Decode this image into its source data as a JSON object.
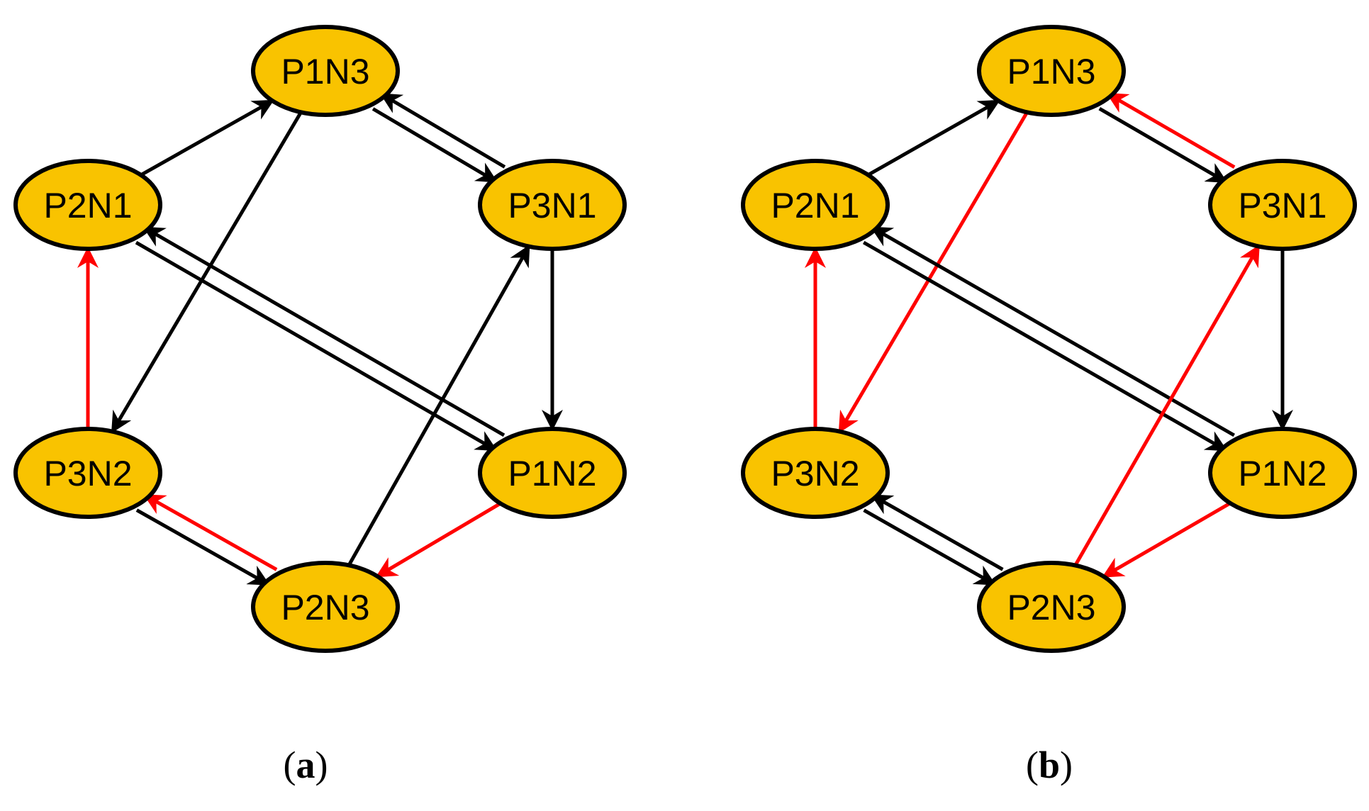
{
  "colors": {
    "node_fill": "#f9c300",
    "node_stroke": "#000000",
    "edge_black": "#000000",
    "edge_red": "#ff0000",
    "background": "#ffffff"
  },
  "node_labels": [
    "P1N3",
    "P3N1",
    "P1N2",
    "P2N3",
    "P3N2",
    "P2N1"
  ],
  "panels": [
    {
      "id": "a",
      "caption_open": "(",
      "caption_letter": "a",
      "caption_close": ")",
      "edges": [
        {
          "from": "P2N1",
          "to": "P1N3",
          "color": "black"
        },
        {
          "from": "P1N3",
          "to": "P3N1",
          "color": "black"
        },
        {
          "from": "P3N1",
          "to": "P1N3",
          "color": "black"
        },
        {
          "from": "P3N1",
          "to": "P1N2",
          "color": "black"
        },
        {
          "from": "P1N3",
          "to": "P3N2",
          "color": "black"
        },
        {
          "from": "P2N1",
          "to": "P1N2",
          "color": "black"
        },
        {
          "from": "P1N2",
          "to": "P2N1",
          "color": "black"
        },
        {
          "from": "P2N3",
          "to": "P3N1",
          "color": "black"
        },
        {
          "from": "P3N2",
          "to": "P2N3",
          "color": "black"
        },
        {
          "from": "P3N2",
          "to": "P2N1",
          "color": "red"
        },
        {
          "from": "P2N3",
          "to": "P3N2",
          "color": "red"
        },
        {
          "from": "P1N2",
          "to": "P2N3",
          "color": "red"
        }
      ]
    },
    {
      "id": "b",
      "caption_open": "(",
      "caption_letter": "b",
      "caption_close": ")",
      "edges": [
        {
          "from": "P2N1",
          "to": "P1N3",
          "color": "black"
        },
        {
          "from": "P1N3",
          "to": "P3N1",
          "color": "black"
        },
        {
          "from": "P3N1",
          "to": "P1N3",
          "color": "red"
        },
        {
          "from": "P3N1",
          "to": "P1N2",
          "color": "black"
        },
        {
          "from": "P1N3",
          "to": "P3N2",
          "color": "red"
        },
        {
          "from": "P2N1",
          "to": "P1N2",
          "color": "black"
        },
        {
          "from": "P1N2",
          "to": "P2N1",
          "color": "black"
        },
        {
          "from": "P2N3",
          "to": "P3N1",
          "color": "red"
        },
        {
          "from": "P3N2",
          "to": "P2N3",
          "color": "black"
        },
        {
          "from": "P2N3",
          "to": "P3N2",
          "color": "black"
        },
        {
          "from": "P3N2",
          "to": "P2N1",
          "color": "red"
        },
        {
          "from": "P1N2",
          "to": "P2N3",
          "color": "red"
        }
      ]
    }
  ]
}
